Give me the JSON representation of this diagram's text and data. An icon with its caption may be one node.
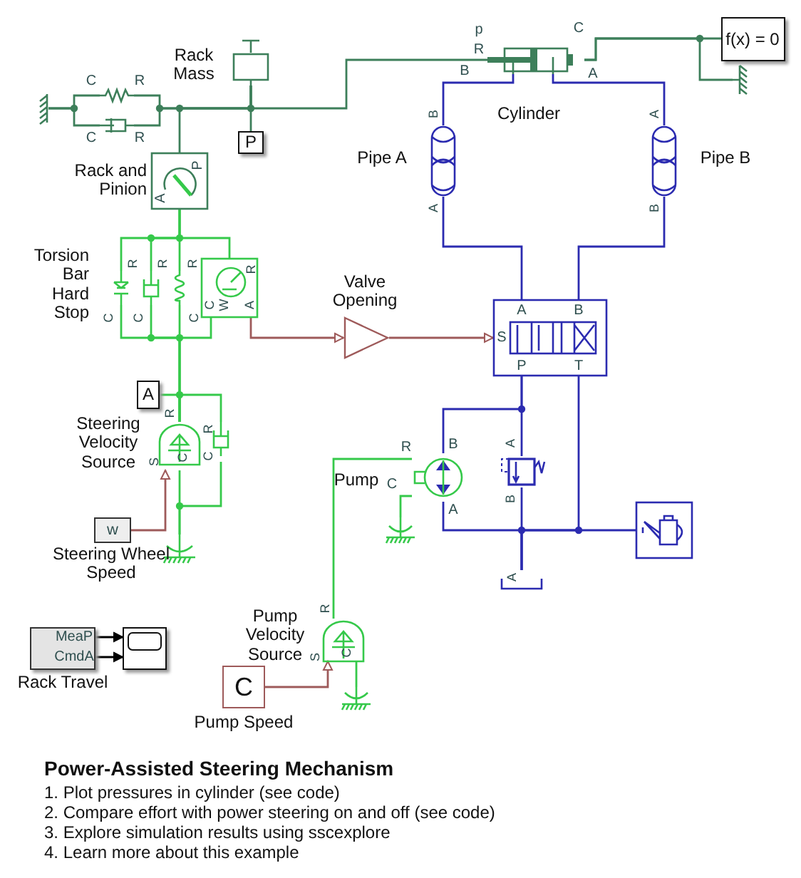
{
  "diagram": {
    "title": "Power-Assisted Steering Mechanism",
    "nodes": [
      {
        "text": [],
        "shape": "ground"
      },
      {
        "text": [
          "C",
          "R"
        ]
      },
      {
        "text": [
          "C",
          "R"
        ]
      },
      {
        "text": [
          "Rack Mass"
        ]
      },
      {
        "text": [
          "P"
        ]
      },
      {
        "text": [
          "Rack and Pinion",
          "P",
          "A"
        ]
      },
      {
        "text": [
          "Cylinder",
          "p",
          "R",
          "C",
          "B",
          "A"
        ]
      },
      {
        "text": [
          "f(x) = 0"
        ]
      },
      {
        "text": [],
        "shape": "ground"
      },
      {
        "text": [
          "Pipe A",
          "B",
          "A"
        ]
      },
      {
        "text": [
          "Pipe B",
          "A",
          "B"
        ]
      },
      {
        "text": [
          "Torsion Bar Hard Stop",
          "R",
          "C"
        ]
      },
      {
        "text": [
          "R",
          "C"
        ]
      },
      {
        "text": [
          "R",
          "C"
        ]
      },
      {
        "text": [
          "R",
          "C",
          "W",
          "A"
        ]
      },
      {
        "text": [
          "Valve Opening"
        ]
      },
      {
        "text": [
          "A",
          "B",
          "S",
          "P",
          "T"
        ]
      },
      {
        "text": [
          "A"
        ]
      },
      {
        "text": [
          "Steering Velocity Source",
          "R",
          "S",
          "C"
        ]
      },
      {
        "text": [
          "R",
          "C"
        ]
      },
      {
        "text": [],
        "shape": "ground"
      },
      {
        "text": [
          "w",
          "Steering Wheel Speed"
        ]
      },
      {
        "text": [
          "Pump",
          "R",
          "C",
          "B",
          "A"
        ]
      },
      {
        "text": [
          "A",
          "B"
        ]
      },
      {
        "text": [
          "A"
        ]
      },
      {
        "text": [],
        "shape": "box"
      },
      {
        "text": [],
        "shape": "ground"
      },
      {
        "text": [
          "Pump Velocity Source",
          "R",
          "S",
          "C"
        ]
      },
      {
        "text": [],
        "shape": "ground"
      },
      {
        "text": [
          "C",
          "Pump Speed"
        ]
      },
      {
        "text": [
          "MeaP",
          "CmdA",
          "Rack Travel"
        ]
      },
      {
        "text": [],
        "shape": "box"
      }
    ],
    "edges": [
      {
        "from": 0,
        "to": 1,
        "arrow": "none",
        "color": "#3d7f5a"
      },
      {
        "from": 0,
        "to": 2,
        "arrow": "none",
        "color": "#3d7f5a"
      },
      {
        "from": 1,
        "to": 3,
        "arrow": "none",
        "color": "#3d7f5a"
      },
      {
        "from": 2,
        "to": 3,
        "arrow": "none",
        "color": "#3d7f5a"
      },
      {
        "from": 5,
        "to": 3,
        "arrow": "none",
        "color": "#3d7f5a"
      },
      {
        "from": 4,
        "to": 3,
        "arrow": "none",
        "color": "#3d7f5a"
      },
      {
        "from": 3,
        "to": 6,
        "arrow": "none",
        "color": "#3d7f5a"
      },
      {
        "from": 6,
        "to": 7,
        "arrow": "none",
        "color": "#3d7f5a"
      },
      {
        "from": 6,
        "to": 8,
        "arrow": "none",
        "color": "#3d7f5a"
      },
      {
        "from": 6,
        "to": 9,
        "arrow": "none",
        "color": "#2b2bb0"
      },
      {
        "from": 6,
        "to": 10,
        "arrow": "none",
        "color": "#2b2bb0"
      },
      {
        "from": 9,
        "to": 16,
        "arrow": "none",
        "color": "#2b2bb0"
      },
      {
        "from": 10,
        "to": 16,
        "arrow": "none",
        "color": "#2b2bb0"
      },
      {
        "from": 16,
        "to": 22,
        "arrow": "none",
        "color": "#2b2bb0"
      },
      {
        "from": 16,
        "to": 23,
        "arrow": "none",
        "color": "#2b2bb0"
      },
      {
        "from": 22,
        "to": 24,
        "arrow": "none",
        "color": "#2b2bb0"
      },
      {
        "from": 23,
        "to": 24,
        "arrow": "none",
        "color": "#2b2bb0"
      },
      {
        "from": 16,
        "to": 24,
        "arrow": "none",
        "color": "#2b2bb0"
      },
      {
        "from": 25,
        "to": 24,
        "arrow": "none",
        "color": "#2b2bb0"
      },
      {
        "from": 5,
        "to": 11,
        "arrow": "none"
      },
      {
        "from": 5,
        "to": 12,
        "arrow": "none"
      },
      {
        "from": 5,
        "to": 13,
        "arrow": "none"
      },
      {
        "from": 5,
        "to": 14,
        "arrow": "none"
      },
      {
        "from": 11,
        "to": 18,
        "arrow": "none"
      },
      {
        "from": 12,
        "to": 18,
        "arrow": "none"
      },
      {
        "from": 13,
        "to": 18,
        "arrow": "none"
      },
      {
        "from": 14,
        "to": 18,
        "arrow": "none"
      },
      {
        "from": 17,
        "to": 18,
        "arrow": "none"
      },
      {
        "from": 19,
        "to": 18,
        "arrow": "none"
      },
      {
        "from": 18,
        "to": 20,
        "arrow": "none"
      },
      {
        "from": 19,
        "to": 20,
        "arrow": "none"
      },
      {
        "from": 27,
        "to": 22,
        "arrow": "none"
      },
      {
        "from": 22,
        "to": 26,
        "arrow": "none"
      },
      {
        "from": 27,
        "to": 28,
        "arrow": "none"
      },
      {
        "from": 14,
        "to": 15,
        "arrow": "to",
        "color": "#9e5a5a"
      },
      {
        "from": 15,
        "to": 16,
        "arrow": "to",
        "color": "#9e5a5a"
      },
      {
        "from": 21,
        "to": 18,
        "arrow": "to",
        "color": "#9e5a5a"
      },
      {
        "from": 29,
        "to": 27,
        "arrow": "to",
        "color": "#9e5a5a"
      },
      {
        "from": 30,
        "to": 31,
        "arrow": "to",
        "color": "#000000"
      },
      {
        "from": 30,
        "to": 31,
        "arrow": "to",
        "color": "#000000"
      }
    ],
    "labels": [
      "1. Plot pressures in cylinder (see code)",
      "2. Compare effort with power steering on and off (see code)",
      "3. Explore simulation results using sscexplore",
      "4. Learn more about this example"
    ]
  }
}
